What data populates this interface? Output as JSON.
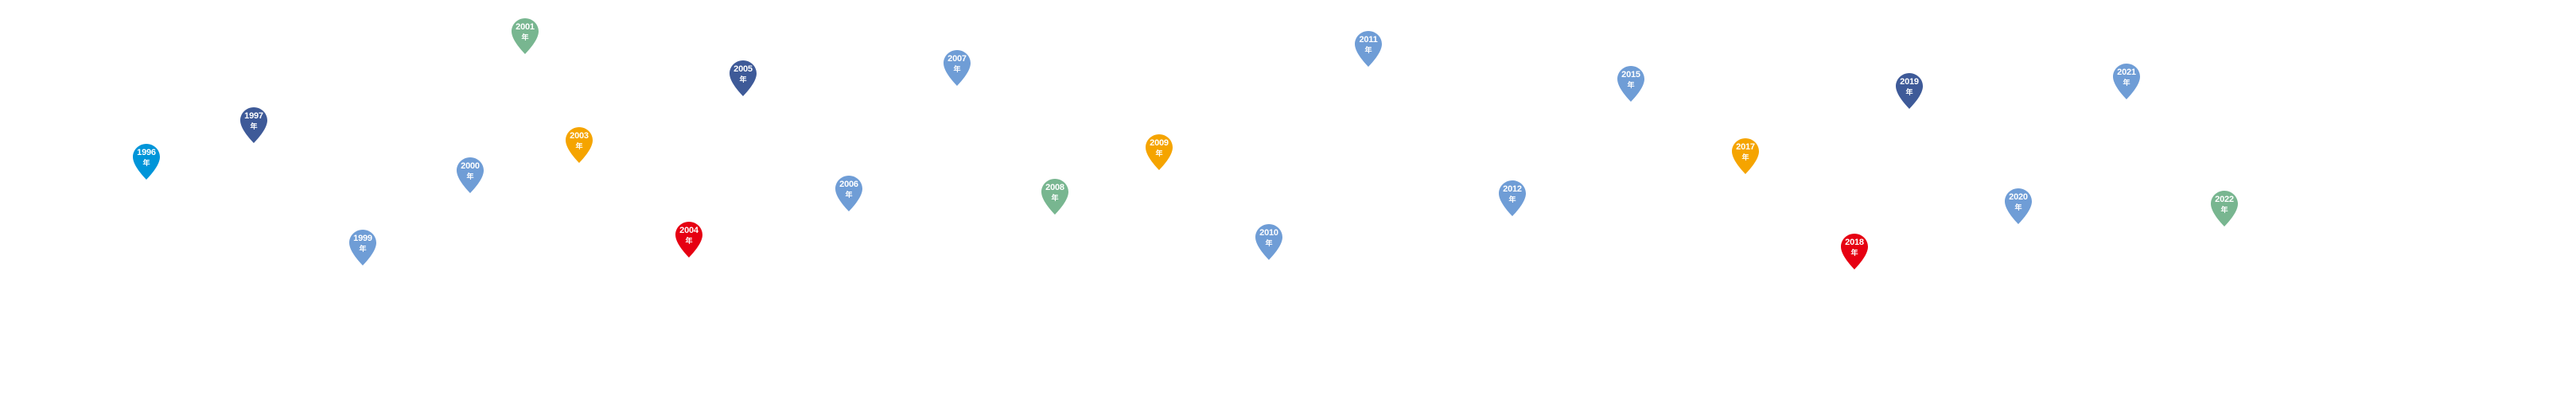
{
  "timeline": {
    "markers": [
      {
        "year": "1996",
        "unit": "年",
        "color": "#0095D9"
      },
      {
        "year": "1997",
        "unit": "年",
        "color": "#3E5A98"
      },
      {
        "year": "1999",
        "unit": "年",
        "color": "#6F9DD6"
      },
      {
        "year": "2000",
        "unit": "年",
        "color": "#6F9DD6"
      },
      {
        "year": "2001",
        "unit": "年",
        "color": "#78B690"
      },
      {
        "year": "2003",
        "unit": "年",
        "color": "#F5A400"
      },
      {
        "year": "2004",
        "unit": "年",
        "color": "#E60012"
      },
      {
        "year": "2005",
        "unit": "年",
        "color": "#3E5A98"
      },
      {
        "year": "2006",
        "unit": "年",
        "color": "#6F9DD6"
      },
      {
        "year": "2007",
        "unit": "年",
        "color": "#6F9DD6"
      },
      {
        "year": "2008",
        "unit": "年",
        "color": "#78B690"
      },
      {
        "year": "2009",
        "unit": "年",
        "color": "#F5A400"
      },
      {
        "year": "2010",
        "unit": "年",
        "color": "#6F9DD6"
      },
      {
        "year": "2011",
        "unit": "年",
        "color": "#6F9DD6"
      },
      {
        "year": "2012",
        "unit": "年",
        "color": "#6F9DD6"
      },
      {
        "year": "2015",
        "unit": "年",
        "color": "#6F9DD6"
      },
      {
        "year": "2017",
        "unit": "年",
        "color": "#F5A400"
      },
      {
        "year": "2018",
        "unit": "年",
        "color": "#E60012"
      },
      {
        "year": "2019",
        "unit": "年",
        "color": "#3E5A98"
      },
      {
        "year": "2020",
        "unit": "年",
        "color": "#6F9DD6"
      },
      {
        "year": "2021",
        "unit": "年",
        "color": "#6F9DD6"
      },
      {
        "year": "2022",
        "unit": "年",
        "color": "#78B690"
      }
    ]
  }
}
